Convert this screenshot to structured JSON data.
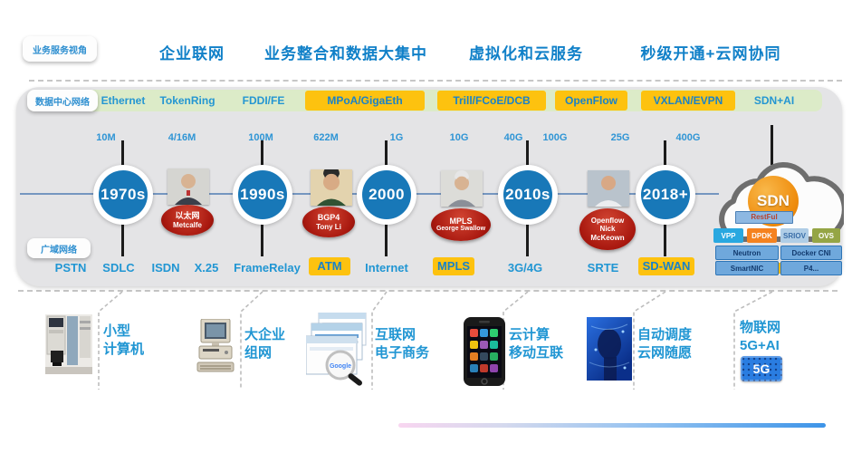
{
  "header": {
    "perspective_label": "业务服务视角",
    "eras": [
      "企业联网",
      "业务整合和数据大集中",
      "虚拟化和云服务",
      "秒级开通+云网协同"
    ]
  },
  "datacenter_row": {
    "label": "数据中心网络",
    "items": [
      {
        "label": "Ethernet",
        "highlight": false
      },
      {
        "label": "TokenRing",
        "highlight": false
      },
      {
        "label": "FDDI/FE",
        "highlight": false
      },
      {
        "label": "MPoA/GigaEth",
        "highlight": true
      },
      {
        "label": "Trill/FCoE/DCB",
        "highlight": true
      },
      {
        "label": "OpenFlow",
        "highlight": true
      },
      {
        "label": "VXLAN/EVPN",
        "highlight": true
      },
      {
        "label": "SDN+AI",
        "highlight": false
      }
    ]
  },
  "timeline": {
    "speeds": [
      "10M",
      "4/16M",
      "100M",
      "622M",
      "1G",
      "10G",
      "40G",
      "100G",
      "25G",
      "400G"
    ],
    "eras": [
      "1970s",
      "1990s",
      "2000",
      "2010s",
      "2018+"
    ],
    "people": [
      {
        "badge": [
          "以太网",
          "Metcalfe"
        ]
      },
      {
        "badge": [
          "BGP4",
          "Tony Li"
        ]
      },
      {
        "badge": [
          "MPLS",
          "George Swallow"
        ]
      },
      {
        "badge": [
          "Openflow",
          "Nick",
          "McKeown"
        ]
      }
    ],
    "sdn_cloud": {
      "label": "SDN",
      "api": "RestFul",
      "tech": [
        "VPP",
        "DPDK",
        "SRIOV",
        "OVS"
      ],
      "stack": [
        "Neutron",
        "Docker CNI",
        "SmartNIC",
        "P4..."
      ]
    }
  },
  "wan_row": {
    "label": "广域网络",
    "items": [
      {
        "label": "PSTN",
        "highlight": false
      },
      {
        "label": "SDLC",
        "highlight": false
      },
      {
        "label": "ISDN",
        "highlight": false
      },
      {
        "label": "X.25",
        "highlight": false
      },
      {
        "label": "FrameRelay",
        "highlight": false
      },
      {
        "label": "ATM",
        "highlight": true
      },
      {
        "label": "Internet",
        "highlight": false
      },
      {
        "label": "MPLS",
        "highlight": true
      },
      {
        "label": "3G/4G",
        "highlight": false
      },
      {
        "label": "SRTE",
        "highlight": false
      },
      {
        "label": "SD-WAN",
        "highlight": true
      }
    ]
  },
  "bottom": {
    "sections": [
      {
        "label": "小型\n计算机",
        "icon": "minicomputer-photo"
      },
      {
        "label": "大企业\n组网",
        "icon": "desktop-pc-photo"
      },
      {
        "label": "互联网\n电子商务",
        "icon": "web-browser-search-photo"
      },
      {
        "label": "云计算\n移动互联",
        "icon": "smartphone-photo"
      },
      {
        "label": "自动调度\n云网随愿",
        "icon": "ai-head-photo"
      },
      {
        "label": "物联网\n5G+AI",
        "icon": "5g-chip-icon",
        "chip": "5G"
      }
    ]
  },
  "colors": {
    "accent_blue_text": "#2196d3",
    "header_blue": "#1080c8",
    "highlight_yellow": "#fdc20f",
    "circle_blue": "#1878b8",
    "oval_red": "#a8180f",
    "green_strip": "#dcebc8",
    "panel_gray": "#e4e4e6",
    "sdn_orange": "#ef8d0e",
    "gradient_bar_left": "#f8d6f0",
    "gradient_bar_right": "#3d94e8"
  }
}
